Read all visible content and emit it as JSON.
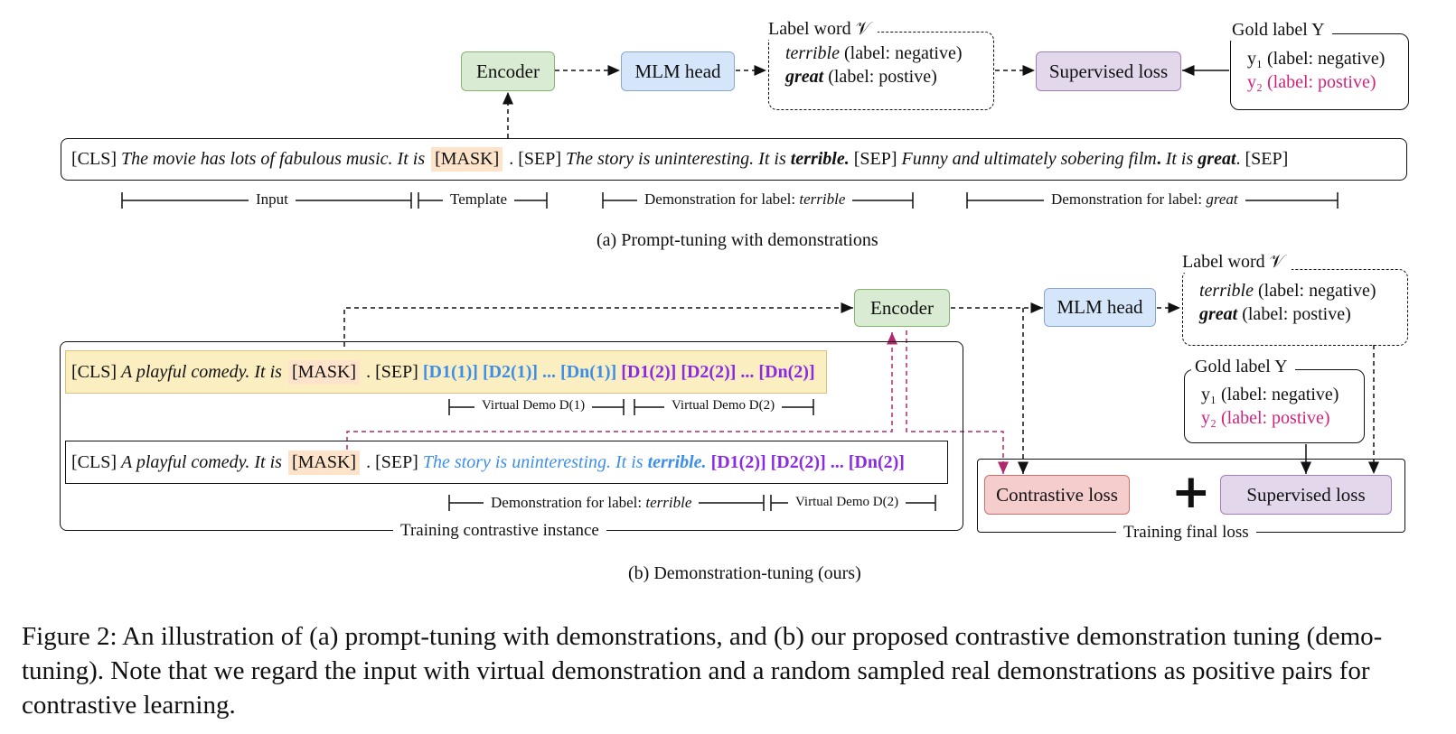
{
  "part_a": {
    "encoder": "Encoder",
    "mlm_head": "MLM head",
    "supervised_loss": "Supervised loss",
    "label_word_title": "Label word 𝒱",
    "label_words": [
      {
        "word": "terrible",
        "label": " (label: negative)"
      },
      {
        "word": "great",
        "label": " (label: postive)"
      }
    ],
    "gold_label_title": "Gold label Y",
    "gold_labels": [
      "y₁ (label: negative)",
      "y₂ (label: postive)"
    ],
    "input_line": {
      "cls": "[CLS] ",
      "input_text": "The movie has lots of fabulous music. It is ",
      "mask": "[MASK]",
      "sep1": " . [SEP] ",
      "demo1": "The story is uninteresting. It is ",
      "demo1_label": "terrible.",
      "sep2": " [SEP] ",
      "demo2": "Funny and ultimately sobering film",
      "demo2_dot": ".",
      "demo2_is": " It is ",
      "demo2_label": "great",
      "end": ". [SEP]"
    },
    "spans": {
      "input": "Input",
      "template": "Template",
      "demo_terrible_prefix": "Demonstration for label: ",
      "demo_terrible_word": "terrible",
      "demo_great_prefix": "Demonstration for label: ",
      "demo_great_word": "great"
    },
    "caption": "(a) Prompt-tuning with demonstrations"
  },
  "part_b": {
    "encoder": "Encoder",
    "mlm_head": "MLM head",
    "label_word_title": "Label word 𝒱",
    "label_words": [
      {
        "word": "terrible",
        "label": " (label: negative)"
      },
      {
        "word": "great",
        "label": " (label: postive)"
      }
    ],
    "gold_label_title": "Gold label Y",
    "gold_labels": [
      "y₁ (label: negative)",
      "y₂ (label: postive)"
    ],
    "virtual_line": {
      "cls": "[CLS] ",
      "text": "A playful comedy. It is ",
      "mask": "[MASK]",
      "sep": " . [SEP] ",
      "d1": "[D1(1)] [D2(1)] ... [Dn(1)]",
      "d2": "[D1(2)] [D2(2)] ... [Dn(2)]"
    },
    "real_line": {
      "cls": "[CLS] ",
      "text": "A playful comedy. It is ",
      "mask": "[MASK]",
      "sep": " . [SEP] ",
      "demo": "The story is uninteresting. It is ",
      "demo_label": "terrible.",
      "d2": "[D1(2)] [D2(2)] ... [Dn(2)]"
    },
    "spans": {
      "virtual_demo_1": "Virtual Demo D(1)",
      "virtual_demo_2": "Virtual Demo D(2)",
      "demo_terrible_prefix": "Demonstration for label: ",
      "demo_terrible_word": "terrible",
      "virtual_demo_2b": "Virtual Demo D(2)"
    },
    "contrastive_instance_title": "Training contrastive instance",
    "contrastive_loss": "Contrastive loss",
    "plus": "+",
    "supervised_loss": "Supervised loss",
    "final_loss_title": "Training final loss",
    "caption": "(b) Demonstration-tuning (ours)"
  },
  "figure_caption": "Figure 2: An illustration of (a) prompt-tuning with demonstrations, and (b) our proposed contrastive demonstration tuning (demo-tuning). Note that we regard the input with virtual demonstration and a random sampled real demonstrations as positive pairs for contrastive learning.",
  "colors": {
    "encoder_fill": "#d9ecd3",
    "mlm_fill": "#d6e6fa",
    "supervised_fill": "#e3d7ec",
    "contrastive_fill": "#f6cdcd",
    "mask_fill": "#fde3c9",
    "virtual_row_fill": "#fbeec1",
    "pink": "#d1227a",
    "blue": "#3d8ee8",
    "purple": "#8a2be2"
  }
}
